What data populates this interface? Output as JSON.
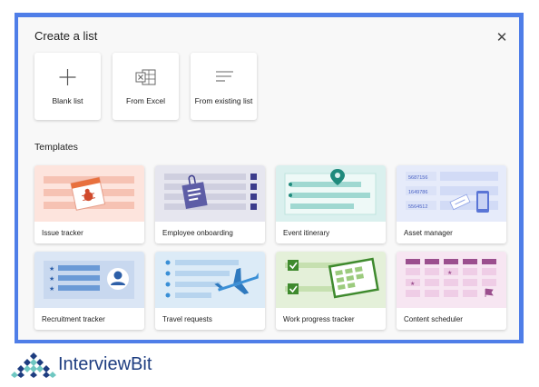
{
  "dialog": {
    "title": "Create a list",
    "close_glyph": "✕"
  },
  "create_options": [
    {
      "label": "Blank list",
      "icon": "plus-icon"
    },
    {
      "label": "From Excel",
      "icon": "excel-icon"
    },
    {
      "label": "From existing list",
      "icon": "list-lines-icon"
    }
  ],
  "templates_heading": "Templates",
  "templates": [
    {
      "label": "Issue tracker",
      "color": "#fde4dd"
    },
    {
      "label": "Employee onboarding",
      "color": "#e6e6ef"
    },
    {
      "label": "Event itinerary",
      "color": "#daf0ee"
    },
    {
      "label": "Asset manager",
      "color": "#e6ebfa"
    },
    {
      "label": "Recruitment tracker",
      "color": "#dbe6f5"
    },
    {
      "label": "Travel requests",
      "color": "#dcebf7"
    },
    {
      "label": "Work progress tracker",
      "color": "#e4f0d9"
    },
    {
      "label": "Content scheduler",
      "color": "#f7e6f2"
    }
  ],
  "asset_numbers": [
    "5687156",
    "1649786",
    "5564512"
  ],
  "brand": {
    "name": "InterviewBit",
    "color": "#1e3d80"
  },
  "colors": {
    "frame": "#4f7ee8",
    "panel": "#f8f8f8"
  }
}
